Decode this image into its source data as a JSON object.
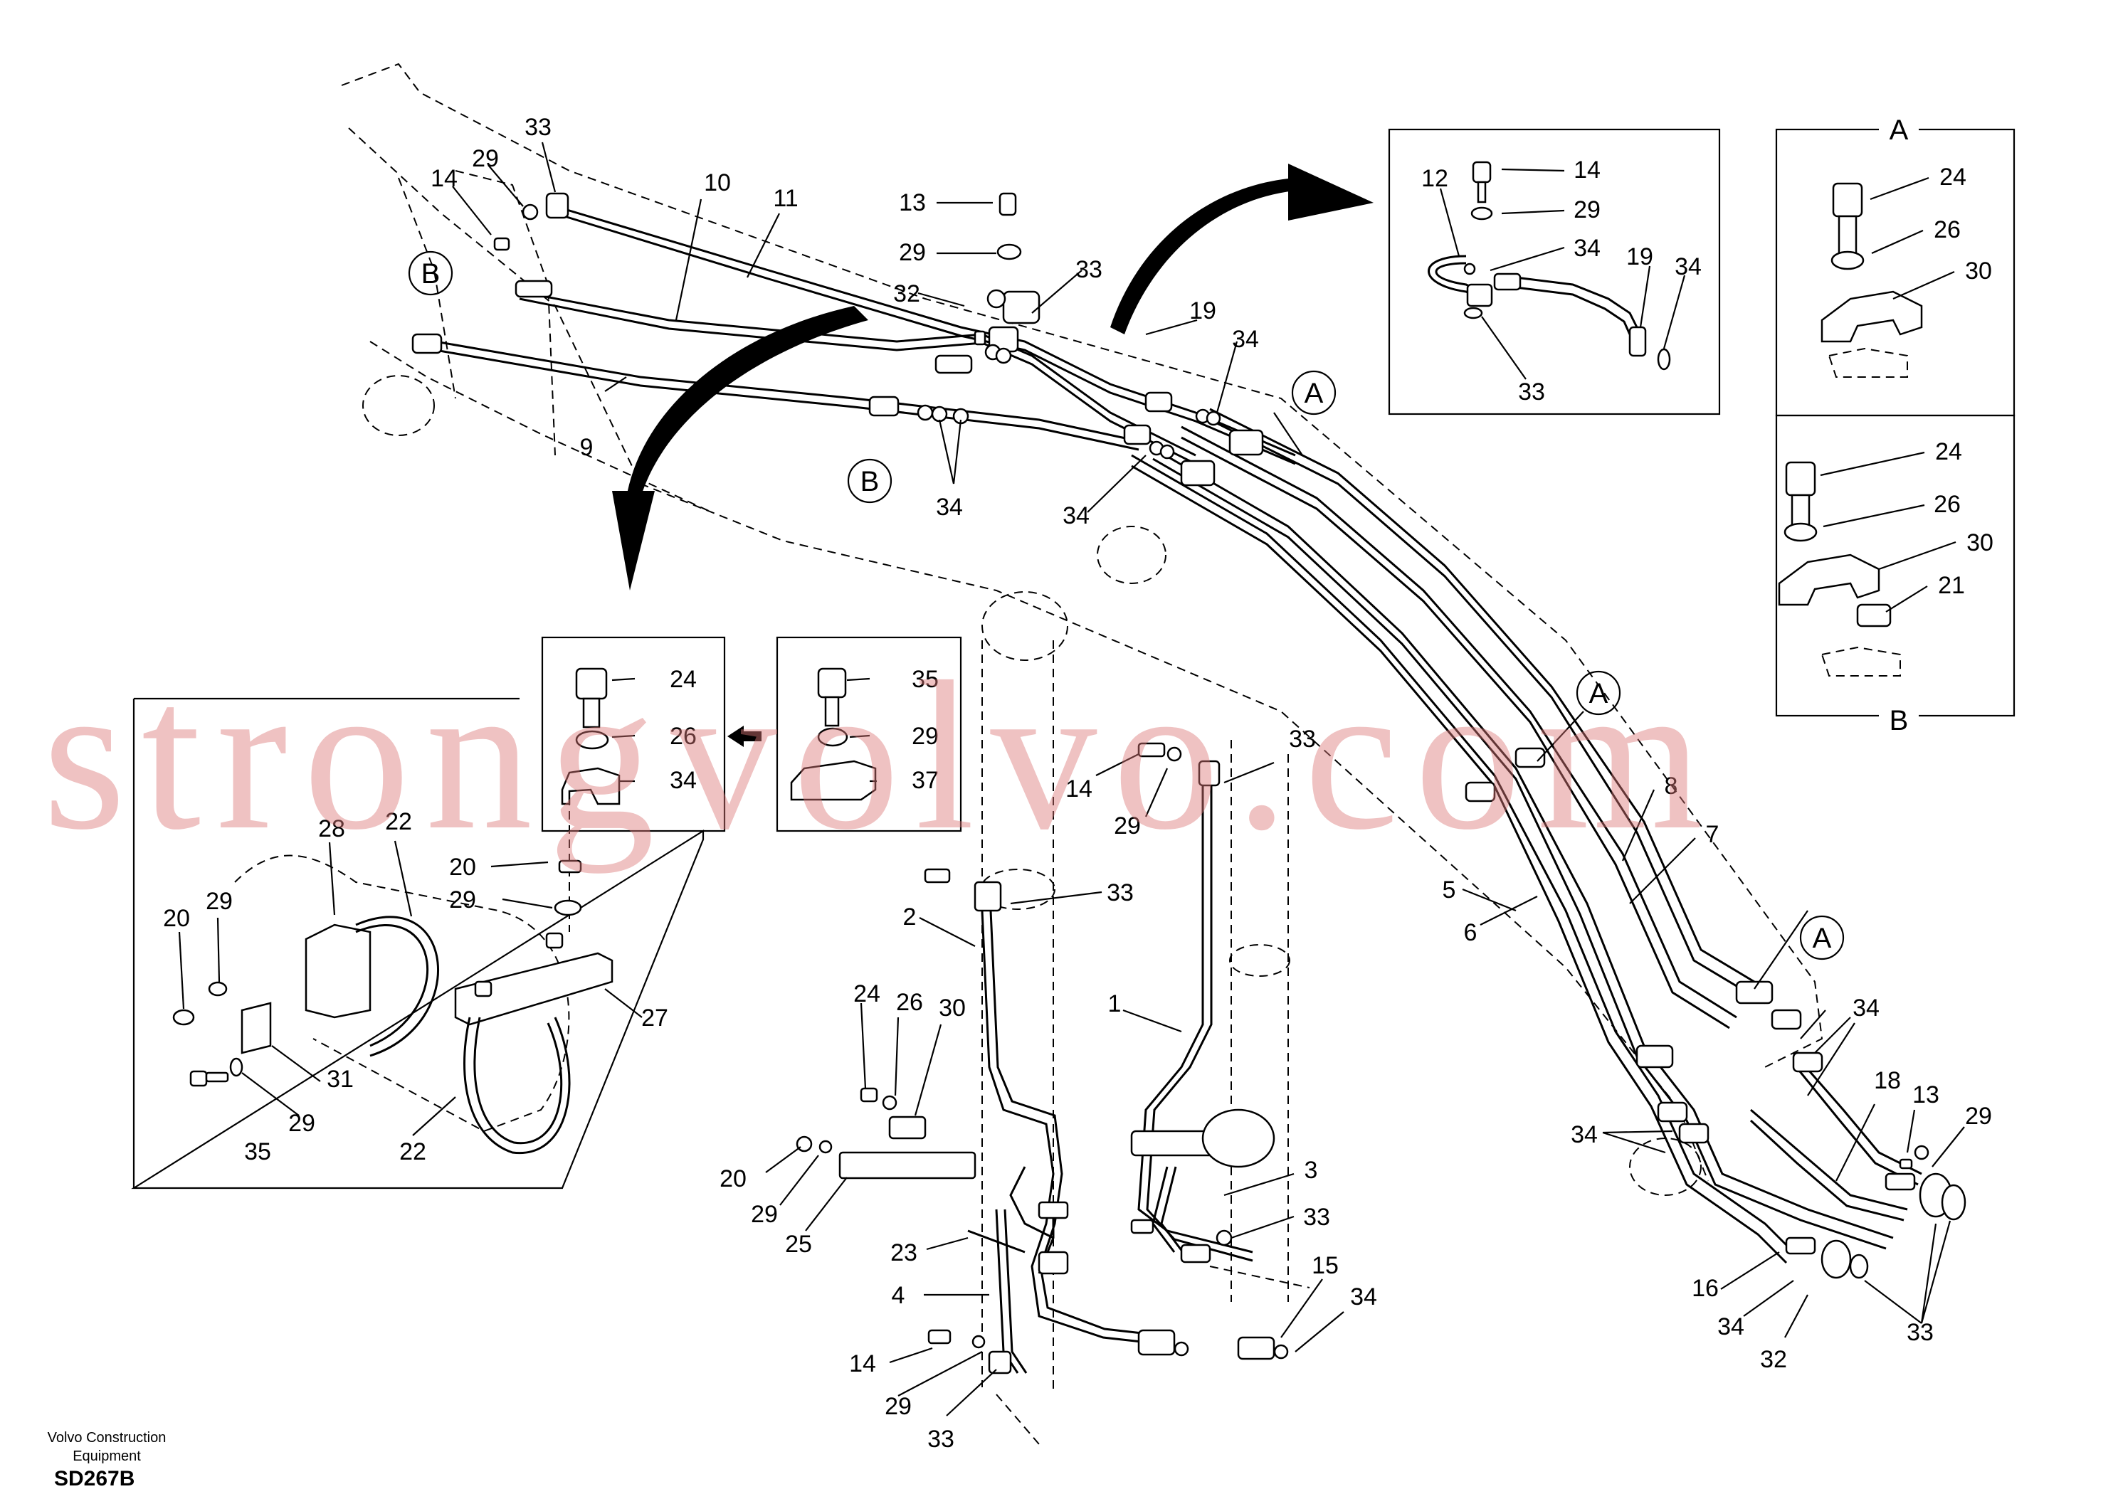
{
  "figure_code": "SD267B",
  "company_line1": "Volvo Construction",
  "company_line2": "Equipment",
  "watermark": "strongvolvo.com",
  "view_labels": {
    "a": "A",
    "b": "B"
  },
  "callouts": {
    "n1": "1",
    "n2": "2",
    "n3": "3",
    "n4": "4",
    "n5": "5",
    "n6": "6",
    "n7": "7",
    "n8": "8",
    "n9": "9",
    "n10": "10",
    "n11": "11",
    "n12": "12",
    "n13": "13",
    "n14": "14",
    "n15": "15",
    "n16": "16",
    "n18": "18",
    "n19": "19",
    "n20": "20",
    "n21": "21",
    "n22": "22",
    "n23": "23",
    "n24": "24",
    "n25": "25",
    "n26": "26",
    "n27": "27",
    "n28": "28",
    "n29": "29",
    "n30": "30",
    "n31": "31",
    "n32": "32",
    "n33": "33",
    "n34": "34",
    "n35": "35",
    "n37": "37"
  },
  "colors": {
    "watermark": "#dc7878",
    "ink": "#000000"
  }
}
